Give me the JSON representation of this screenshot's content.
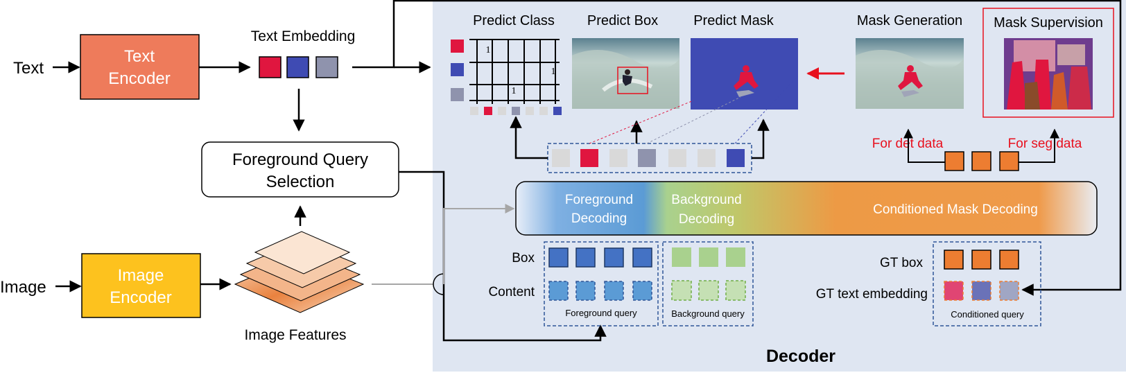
{
  "inputs": {
    "text": "Text",
    "image": "Image"
  },
  "encoders": {
    "text_encoder_line1": "Text",
    "text_encoder_line2": "Encoder",
    "image_encoder_line1": "Image",
    "image_encoder_line2": "Encoder"
  },
  "text_embedding": {
    "label": "Text Embedding",
    "colors": [
      "#e0163f",
      "#3f4bb3",
      "#8f93ad"
    ]
  },
  "foreground_query_selection": {
    "line1": "Foreground Query",
    "line2": "Selection"
  },
  "image_features": {
    "label": "Image Features"
  },
  "heads": {
    "predict_class": "Predict Class",
    "predict_box": "Predict Box",
    "predict_mask": "Predict Mask",
    "mask_generation": "Mask Generation",
    "mask_supervision": "Mask Supervision"
  },
  "class_grid": {
    "ones": [
      "1",
      "1",
      "1"
    ],
    "row_colors": [
      "#e0163f",
      "#3f4bb3",
      "#8f93ad"
    ]
  },
  "data_labels": {
    "for": "For",
    "det_data": "det data",
    "for_seg": "For seg",
    "seg_data": "data"
  },
  "decoder_bar": {
    "foreground_line1": "Foreground",
    "foreground_line2": "Decoding",
    "background_line1": "Background",
    "background_line2": "Decoding",
    "conditioned": "Conditioned Mask Decoding"
  },
  "queries": {
    "box_label": "Box",
    "content_label": "Content",
    "foreground_query": "Foreground query",
    "background_query": "Background query",
    "gt_box_label": "GT box",
    "gt_text_embedding_label": "GT text embedding",
    "conditioned_query": "Conditioned query"
  },
  "decoder_title": "Decoder",
  "colors": {
    "panel_bg": "#dfe6f2",
    "text_encoder": "#ee7b5b",
    "image_encoder": "#fdc21e",
    "red_label": "#e8101e",
    "fg_blue": "#4472c4",
    "fg_content": "#5b9bd5",
    "bg_green": "#a9d18e",
    "bg_green_light": "#c5e0b4",
    "gt_orange": "#ed7d31"
  }
}
